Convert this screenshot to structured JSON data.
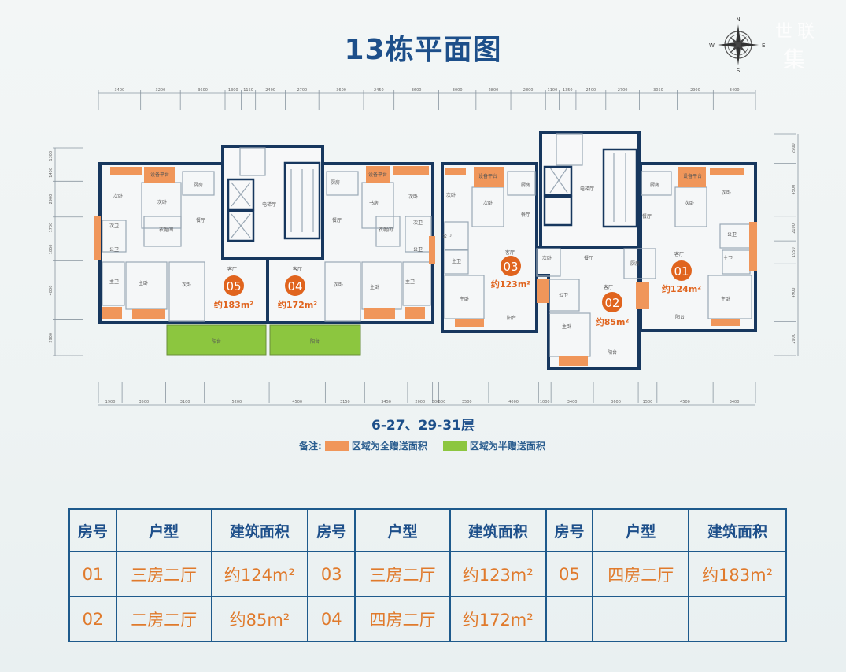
{
  "title": "13栋平面图",
  "watermark": {
    "a": "世联",
    "b": "集"
  },
  "compass": {
    "n": "N",
    "s": "S",
    "e": "E",
    "w": "W"
  },
  "floors": "6-27、29-31层",
  "legend": {
    "prefix": "备注:",
    "full_gift": "区域为全赠送面积",
    "half_gift": "区域为半赠送面积",
    "full_color": "#f0965a",
    "half_color": "#8cc63f"
  },
  "dims": {
    "top": [
      3400,
      3200,
      3600,
      1300,
      1150,
      2400,
      2700,
      3600,
      2450,
      3600,
      3000,
      2800,
      2800,
      1100,
      1350,
      2400,
      2700,
      3050,
      2900,
      3400
    ],
    "bottom": [
      1900,
      3500,
      3100,
      5200,
      4500,
      3150,
      3450,
      2000,
      500,
      500,
      3500,
      4000,
      1000,
      3400,
      3600,
      1500,
      4500,
      3400
    ],
    "left": [
      1300,
      1400,
      2900,
      1700,
      1850,
      4800,
      2900
    ],
    "right": [
      2500,
      4500,
      2100,
      1950,
      4900,
      2900
    ]
  },
  "rooms": {
    "ciwo": "次卧",
    "zhuwo": "主卧",
    "chufang": "厨房",
    "canting": "餐厅",
    "keting": "客厅",
    "yangtai": "阳台",
    "gongwei": "公卫",
    "zhuwei": "主卫",
    "ciwei": "次卫",
    "diantiting": "电梯厅",
    "shebei": "设备平台",
    "shufang": "书房",
    "yimaojian": "衣帽间"
  },
  "units": {
    "u01": {
      "no": "01",
      "area": "约124m²"
    },
    "u02": {
      "no": "02",
      "area": "约85m²"
    },
    "u03": {
      "no": "03",
      "area": "约123m²"
    },
    "u04": {
      "no": "04",
      "area": "约172m²"
    },
    "u05": {
      "no": "05",
      "area": "约183m²"
    }
  },
  "table": {
    "headers": [
      "房号",
      "户型",
      "建筑面积",
      "房号",
      "户型",
      "建筑面积",
      "房号",
      "户型",
      "建筑面积"
    ],
    "rows": [
      [
        "01",
        "三房二厅",
        "约124m²",
        "03",
        "三房二厅",
        "约123m²",
        "05",
        "四房二厅",
        "约183m²"
      ],
      [
        "02",
        "二房二厅",
        "约85m²",
        "04",
        "四房二厅",
        "约172m²",
        "",
        "",
        ""
      ]
    ]
  }
}
